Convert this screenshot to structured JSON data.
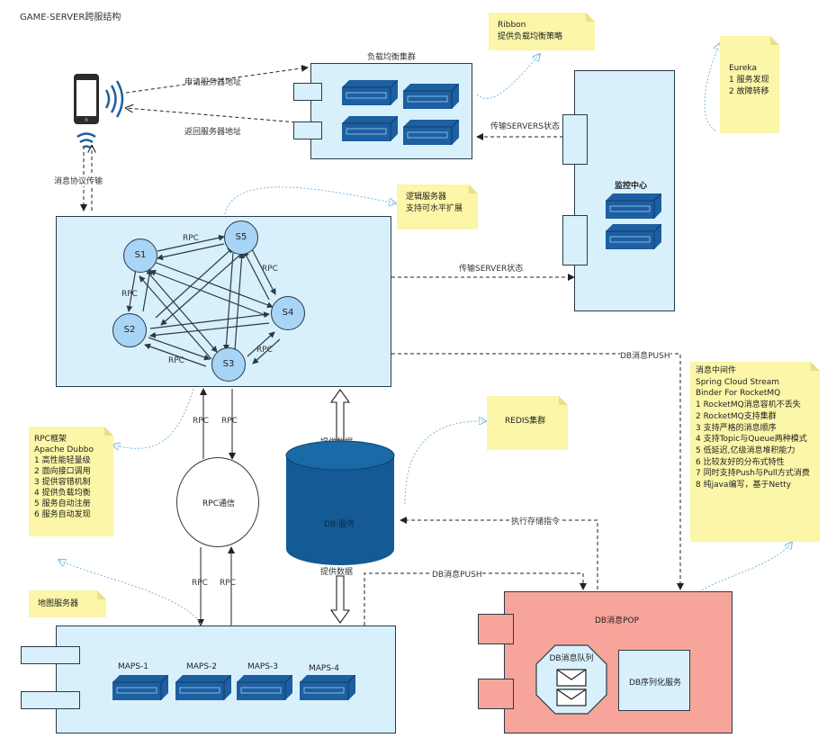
{
  "title": "GAME-SERVER跨服结构",
  "lb_cluster": {
    "title": "负载均衡集群"
  },
  "monitor": {
    "title": "监控中心"
  },
  "logic_cluster": {
    "nodes": [
      "S1",
      "S5",
      "S2",
      "S4",
      "S3"
    ]
  },
  "maps": {
    "servers": [
      "MAPS-1",
      "MAPS-2",
      "MAPS-3",
      "MAPS-4"
    ]
  },
  "db": {
    "label": "DB-服务"
  },
  "rpc_hub": {
    "label": "RPC通信"
  },
  "mq_box": {
    "queue_label": "DB消息队列",
    "serialize_label": "DB序列化服务",
    "pop_label": "DB消息POP"
  },
  "edges": {
    "apply_addr": "申请服务器地址",
    "return_addr": "返回服务器地址",
    "msg_proto": "消息协议传输",
    "servers_state": "传输SERVERS状态",
    "server_state": "传输SERVER状态",
    "db_push_top": "DB消息PUSH",
    "db_push_bottom": "DB消息PUSH",
    "provide_data_top": "提供数据",
    "provide_data_bottom": "提供数据",
    "exec_proc": "执行存储指令",
    "rpc": "RPC"
  },
  "notes": {
    "ribbon": [
      "Ribbon",
      "提供负载均衡策略"
    ],
    "eureka": [
      "Eureka",
      "1 服务发现",
      "2 故障转移"
    ],
    "logic": [
      "逻辑服务器",
      "支持可水平扩展"
    ],
    "redis": [
      "REDIS集群"
    ],
    "dubbo": [
      "RPC框架",
      "Apache Dubbo",
      "1 高性能轻量级",
      "2 面向接口调用",
      "3 提供容错机制",
      "4 提供负载均衡",
      "5 服务自动注册",
      "6 服务自动发现"
    ],
    "maps": [
      "地图服务器"
    ],
    "mq": [
      "消息中间件",
      "Spring Cloud Stream",
      "Binder For RocketMQ",
      "1 RocketMQ消息容机不丢失",
      "2 RocketMQ支持集群",
      "3 支持严格的消息顺序",
      "4 支持Topic与Queue两种模式",
      "5 低延迟,亿级消息堆积能力",
      "6 比较友好的分布式特性",
      "7 同时支持Push与Pull方式消费",
      "8 纯java编写，基于Netty"
    ]
  },
  "colors": {
    "panel": "#d8f0fb",
    "note": "#fbf6a8",
    "server": "#1d5fa0",
    "db": "#145a94",
    "node": "#a8d4f5",
    "mq": "#f7a59a"
  }
}
